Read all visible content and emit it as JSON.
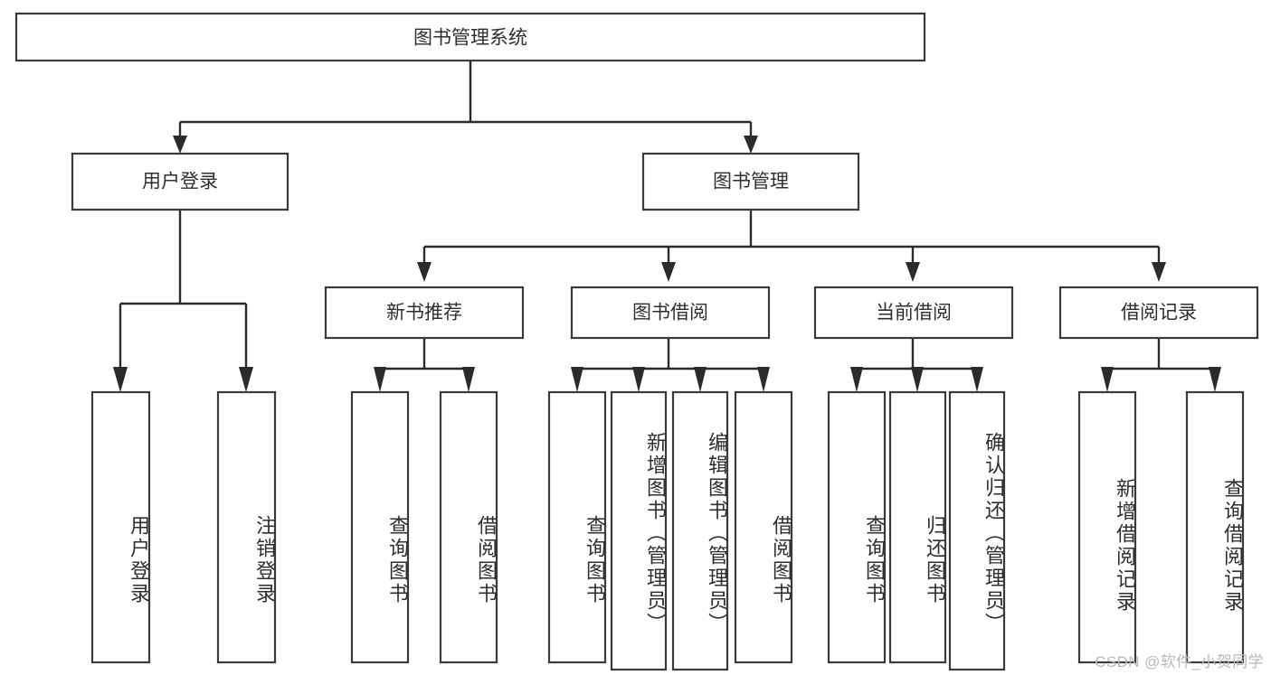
{
  "diagram": {
    "type": "tree-hierarchy-chart",
    "title": "图书管理系统",
    "root": {
      "id": "root",
      "label": "图书管理系统",
      "orientation": "horizontal"
    },
    "level1": [
      {
        "id": "user-login",
        "label": "用户登录",
        "orientation": "horizontal"
      },
      {
        "id": "book-manage",
        "label": "图书管理",
        "orientation": "horizontal"
      }
    ],
    "level2": [
      {
        "id": "new-book-recommend",
        "label": "新书推荐",
        "orientation": "horizontal",
        "parent": "book-manage"
      },
      {
        "id": "book-borrow",
        "label": "图书借阅",
        "orientation": "horizontal",
        "parent": "book-manage"
      },
      {
        "id": "current-borrow",
        "label": "当前借阅",
        "orientation": "horizontal",
        "parent": "book-manage"
      },
      {
        "id": "borrow-record",
        "label": "借阅记录",
        "orientation": "horizontal",
        "parent": "book-manage"
      }
    ],
    "leaves": [
      {
        "id": "leaf-user-login",
        "label": "用户登录",
        "parent": "user-login"
      },
      {
        "id": "leaf-user-logout",
        "label": "注销登录",
        "parent": "user-login"
      },
      {
        "id": "leaf-query-book-1",
        "label": "查询图书",
        "parent": "new-book-recommend"
      },
      {
        "id": "leaf-borrow-book-1",
        "label": "借阅图书",
        "parent": "new-book-recommend"
      },
      {
        "id": "leaf-query-book-2",
        "label": "查询图书",
        "parent": "book-borrow"
      },
      {
        "id": "leaf-add-book",
        "label": "新增图书（管理员）",
        "parent": "book-borrow"
      },
      {
        "id": "leaf-edit-book",
        "label": "编辑图书（管理员）",
        "parent": "book-borrow"
      },
      {
        "id": "leaf-borrow-book-2",
        "label": "借阅图书",
        "parent": "book-borrow"
      },
      {
        "id": "leaf-query-book-3",
        "label": "查询图书",
        "parent": "current-borrow"
      },
      {
        "id": "leaf-return-book",
        "label": "归还图书",
        "parent": "current-borrow"
      },
      {
        "id": "leaf-confirm-return",
        "label": "确认归还（管理员）",
        "parent": "current-borrow"
      },
      {
        "id": "leaf-add-record",
        "label": "新增借阅记录",
        "parent": "borrow-record"
      },
      {
        "id": "leaf-query-record",
        "label": "查询借阅记录",
        "parent": "borrow-record"
      }
    ],
    "colors": {
      "box_fill": "#ffffff",
      "box_stroke": "#3a3a3a",
      "connector": "#2b2b2b",
      "text": "#2f2f2f",
      "background": "#ffffff",
      "watermark": "#b9b9b9"
    }
  },
  "watermark": {
    "text": "CSDN @软件_小贺同学"
  }
}
